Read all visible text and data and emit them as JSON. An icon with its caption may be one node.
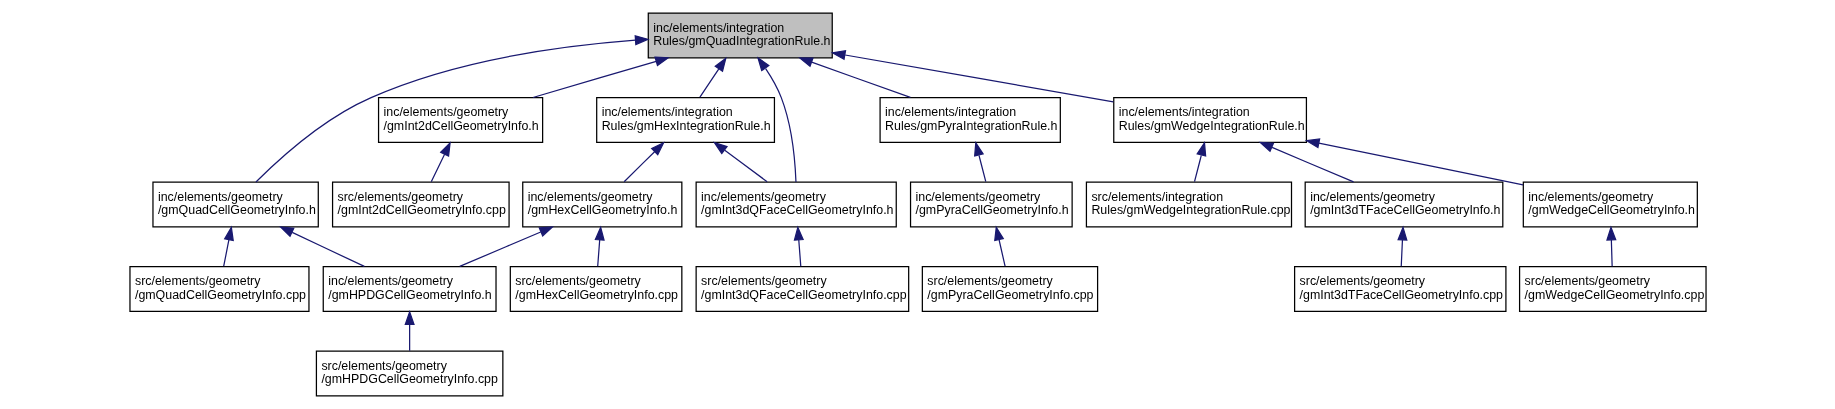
{
  "diagram": {
    "nodes": [
      {
        "text": [
          "inc/elements/integration Rules/gmQuadIntegrationRule.h"
        ]
      },
      {
        "text": [
          "inc/elements/geometry /gmQuadCellGeometryInfo.h"
        ]
      },
      {
        "text": [
          "inc/elements/geometry /gmInt2dCellGeometryInfo.h"
        ]
      },
      {
        "text": [
          "inc/elements/integration Rules/gmHexIntegrationRule.h"
        ]
      },
      {
        "text": [
          "inc/elements/integration Rules/gmPyraIntegrationRule.h"
        ]
      },
      {
        "text": [
          "inc/elements/integration Rules/gmWedgeIntegrationRule.h"
        ]
      },
      {
        "text": [
          "src/elements/geometry /gmQuadCellGeometryInfo.cpp"
        ]
      },
      {
        "text": [
          "src/elements/geometry /gmInt2dCellGeometryInfo.cpp"
        ]
      },
      {
        "text": [
          "inc/elements/geometry /gmHexCellGeometryInfo.h"
        ]
      },
      {
        "text": [
          "inc/elements/geometry /gmInt3dQFaceCellGeometryInfo.h"
        ]
      },
      {
        "text": [
          "inc/elements/geometry /gmPyraCellGeometryInfo.h"
        ]
      },
      {
        "text": [
          "src/elements/integration Rules/gmWedgeIntegrationRule.cpp"
        ]
      },
      {
        "text": [
          "inc/elements/geometry /gmInt3dTFaceCellGeometryInfo.h"
        ]
      },
      {
        "text": [
          "inc/elements/geometry /gmWedgeCellGeometryInfo.h"
        ]
      },
      {
        "text": [
          "inc/elements/geometry /gmHPDGCellGeometryInfo.h"
        ]
      },
      {
        "text": [
          "src/elements/geometry /gmHexCellGeometryInfo.cpp"
        ]
      },
      {
        "text": [
          "src/elements/geometry /gmInt3dQFaceCellGeometryInfo.cpp"
        ]
      },
      {
        "text": [
          "src/elements/geometry /gmPyraCellGeometryInfo.cpp"
        ]
      },
      {
        "text": [
          "src/elements/geometry /gmInt3dTFaceCellGeometryInfo.cpp"
        ]
      },
      {
        "text": [
          "src/elements/geometry /gmWedgeCellGeometryInfo.cpp"
        ]
      },
      {
        "text": [
          "src/elements/geometry /gmHPDGCellGeometryInfo.cpp"
        ]
      }
    ],
    "edges": [
      {
        "from": 1,
        "to": 0,
        "arrow": "to"
      },
      {
        "from": 2,
        "to": 0,
        "arrow": "to"
      },
      {
        "from": 3,
        "to": 0,
        "arrow": "to"
      },
      {
        "from": 9,
        "to": 0,
        "arrow": "to"
      },
      {
        "from": 4,
        "to": 0,
        "arrow": "to"
      },
      {
        "from": 5,
        "to": 0,
        "arrow": "to"
      },
      {
        "from": 6,
        "to": 1,
        "arrow": "to"
      },
      {
        "from": 14,
        "to": 1,
        "arrow": "to"
      },
      {
        "from": 7,
        "to": 2,
        "arrow": "to"
      },
      {
        "from": 8,
        "to": 3,
        "arrow": "to"
      },
      {
        "from": 9,
        "to": 3,
        "arrow": "to"
      },
      {
        "from": 10,
        "to": 4,
        "arrow": "to"
      },
      {
        "from": 11,
        "to": 5,
        "arrow": "to"
      },
      {
        "from": 12,
        "to": 5,
        "arrow": "to"
      },
      {
        "from": 13,
        "to": 5,
        "arrow": "to"
      },
      {
        "from": 14,
        "to": 8,
        "arrow": "to"
      },
      {
        "from": 15,
        "to": 8,
        "arrow": "to"
      },
      {
        "from": 16,
        "to": 9,
        "arrow": "to"
      },
      {
        "from": 17,
        "to": 10,
        "arrow": "to"
      },
      {
        "from": 18,
        "to": 12,
        "arrow": "to"
      },
      {
        "from": 19,
        "to": 13,
        "arrow": "to"
      },
      {
        "from": 20,
        "to": 14,
        "arrow": "to"
      }
    ]
  }
}
